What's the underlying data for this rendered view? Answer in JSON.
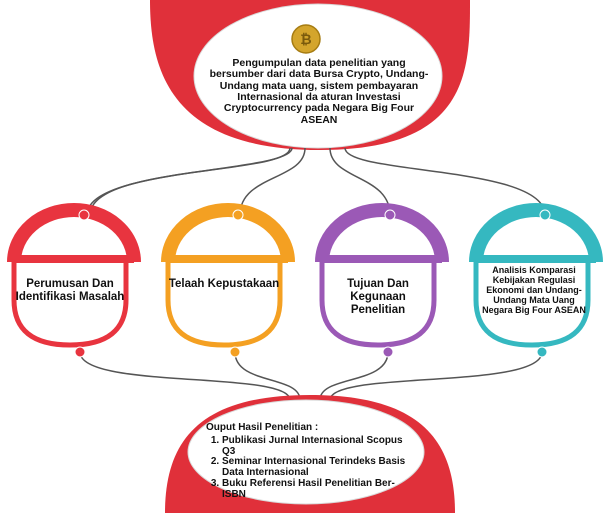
{
  "heading_fragment": "",
  "top_node": {
    "text": "Pengumpulan data penelitian yang bersumber dari data Bursa Crypto, Undang-Undang mata uang, sistem pembayaran Internasional da aturan Investasi Cryptocurrency pada Negara Big Four ASEAN",
    "coin_symbol": "₿"
  },
  "cards": [
    {
      "label": "Perumusan Dan Identifikasi Masalah",
      "color": "#e8343f"
    },
    {
      "label": "Telaah Kepustakaan",
      "color": "#f4a022"
    },
    {
      "label": "Tujuan Dan Kegunaan Penelitian",
      "color": "#9b59b6"
    },
    {
      "label": "Analisis Komparasi Kebijakan Regulasi Ekonomi dan Undang-Undang Mata Uang Negara Big Four ASEAN",
      "color": "#35b8c0"
    }
  ],
  "bottom_node": {
    "title": "Ouput Hasil Penelitian :",
    "items": [
      "Publikasi Jurnal Internasional Scopus Q3",
      "Seminar Internasional Terindeks Basis Data Internasional",
      "Buku Referensi Hasil Penelitian Ber-ISBN"
    ]
  },
  "colors": {
    "accent_red": "#e0303a",
    "connector": "#555555"
  }
}
